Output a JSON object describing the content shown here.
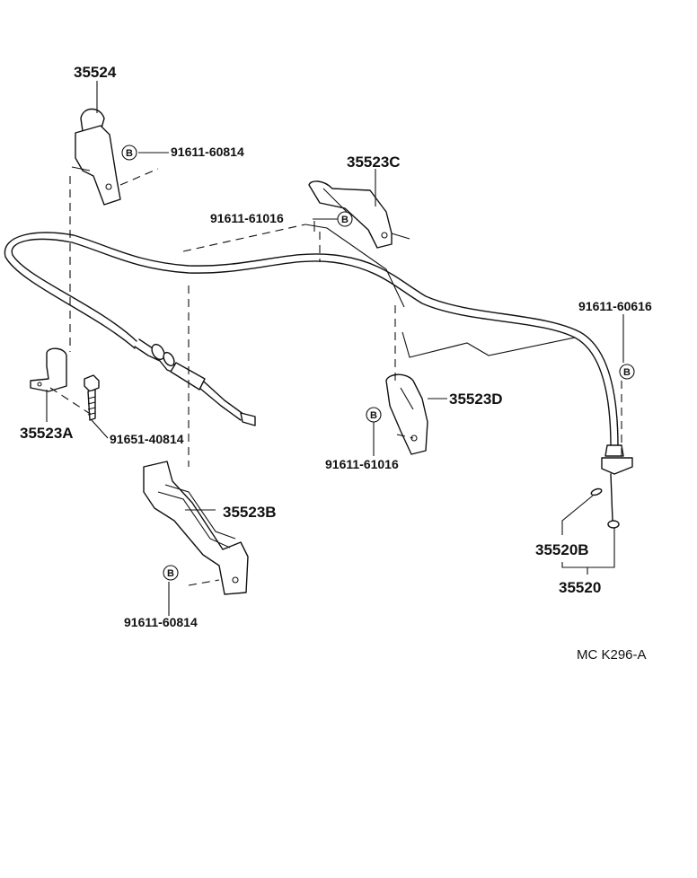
{
  "diagram": {
    "reference_code": "MC K296-A",
    "badge_letter": "B",
    "parts": {
      "p35524": "35524",
      "p35523C": "35523C",
      "p35523A": "35523A",
      "p35523B": "35523B",
      "p35523D": "35523D",
      "p35520B": "35520B",
      "p35520": "35520"
    },
    "codes": {
      "c1": "91611-60814",
      "c2": "91611-61016",
      "c3": "91651-40814",
      "c4": "91611-61016",
      "c5": "91611-60814",
      "c6": "91611-60616"
    }
  }
}
